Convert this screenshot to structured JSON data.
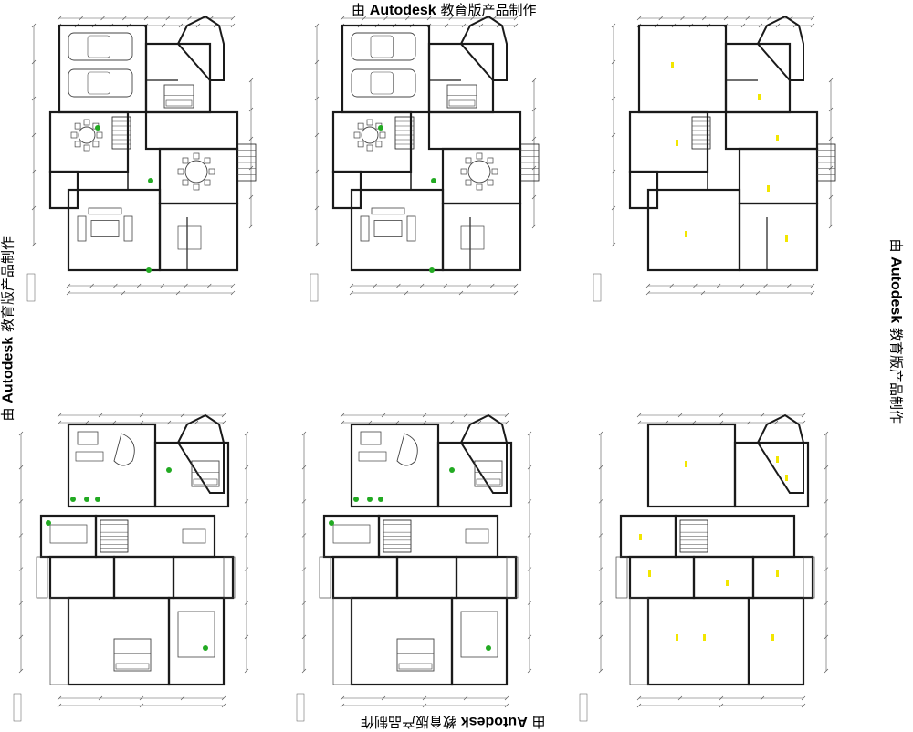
{
  "watermark": {
    "prefix": "由",
    "brand": "Autodesk",
    "suffix": "教育版产品制作"
  },
  "colors": {
    "wall": "#1a1a1a",
    "line": "#444444",
    "dim": "#555555",
    "plant": "#22aa22",
    "label": "#f2e600",
    "background": "#ffffff"
  },
  "plans": [
    {
      "id": "plan-ground-original",
      "type": "ground",
      "furnished": true
    },
    {
      "id": "plan-ground-revised",
      "type": "ground",
      "furnished": true
    },
    {
      "id": "plan-ground-structure",
      "type": "ground",
      "furnished": false
    },
    {
      "id": "plan-upper-original",
      "type": "upper",
      "furnished": true
    },
    {
      "id": "plan-upper-revised",
      "type": "upper",
      "furnished": true
    },
    {
      "id": "plan-upper-structure",
      "type": "upper",
      "furnished": false
    }
  ]
}
